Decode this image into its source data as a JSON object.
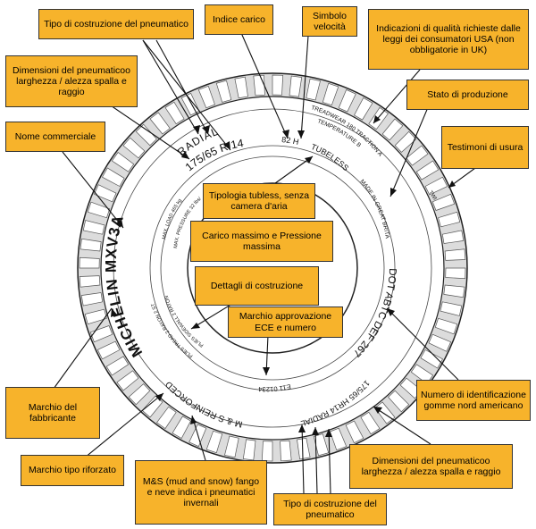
{
  "colors": {
    "label_fill": "#f7b32b",
    "label_border": "#333333",
    "tire_stroke": "#222222",
    "tread_fill": "#dcdcdc"
  },
  "labels": {
    "tipo_costruzione_top": "Tipo di costruzione del pneumatico",
    "indice_carico": "Indice carico",
    "simbolo_velocita": "Simbolo velocità",
    "indicazioni_qualita": "Indicazioni di qualità richieste dalle leggi dei consumatori USA (non obbligatorie in UK)",
    "dimensioni_top": "Dimensioni del pneumaticoo larghezza / alezza spalla e raggio",
    "stato_produzione": "Stato di produzione",
    "nome_commerciale": "Nome commerciale",
    "testimoni_usura": "Testimoni di usura",
    "tipologia_tubless": "Tipologia tubless, senza camera d'aria",
    "carico_massimo": "Carico massimo e Pressione massima",
    "dettagli_costruzione": "Dettagli di costruzione",
    "marchio_ece": "Marchio approvazione ECE e numero",
    "numero_identificazione": "Numero di identificazione gomme nord americano",
    "marchio_fabbricante": "Marchio del fabbricante",
    "dimensioni_bottom": "Dimensioni del pneumaticoo larghezza / alezza spalla e raggio",
    "marchio_rinforzato": "Marchio tipo riforzato",
    "ms_mud_snow": "M&S (mud and snow) fango e neve indica i pneumatici invernali",
    "tipo_costruzione_bottom": "Tipo di costruzione del pneumatico"
  },
  "tire_text": {
    "brand": "MICHELIN MXV3A",
    "radial": "RADIAL",
    "size": "175/65 R 14",
    "load_speed": "82 H",
    "tubeless": "TUBELESS",
    "treadwear": "TREADWEAR 180 TRACTION A",
    "temperature": "TEMPERATURE B",
    "made_in": "MADE IN GREAT BRITAIN",
    "dot": "DOT ABTC DEF 267",
    "size_bottom": "175/65 HR14 RADIAL",
    "ms": "M & S REINFORCED",
    "max_load": "MAX. LOAD 465 kg",
    "max_pressure": "MAX. PRESSURE 32 lbs/sq.in",
    "plies": "PLIES TREAD 2 RAYON 2 STEEL",
    "plies_sidewall": "PLIES SIDEWALL 2 RAYON",
    "ece": "E11  01234",
    "twi": "TWI"
  }
}
